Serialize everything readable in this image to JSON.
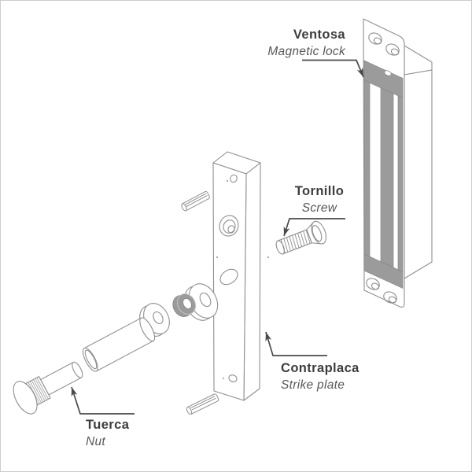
{
  "diagram": {
    "labels": {
      "ventosa": {
        "primary": "Ventosa",
        "secondary": "Magnetic lock"
      },
      "tornillo": {
        "primary": "Tornillo",
        "secondary": "Screw"
      },
      "contraplaca": {
        "primary": "Contraplaca",
        "secondary": "Strike plate"
      },
      "tuerca": {
        "primary": "Tuerca",
        "secondary": "Nut"
      }
    },
    "parts": [
      "magnetic-lock",
      "strike-plate",
      "screw",
      "nut",
      "spacer-tube",
      "washer-front",
      "rubber-grommet",
      "washer-back",
      "roll-pin-top",
      "roll-pin-bottom"
    ],
    "colors": {
      "background": "#ffffff",
      "part_outline": "#8f8f8f",
      "magnet_gray": "#9b9b9b",
      "leader_line": "#4a4a4a",
      "label_primary": "#3d3d3d",
      "label_secondary": "#575757",
      "border": "#cccccc"
    }
  }
}
